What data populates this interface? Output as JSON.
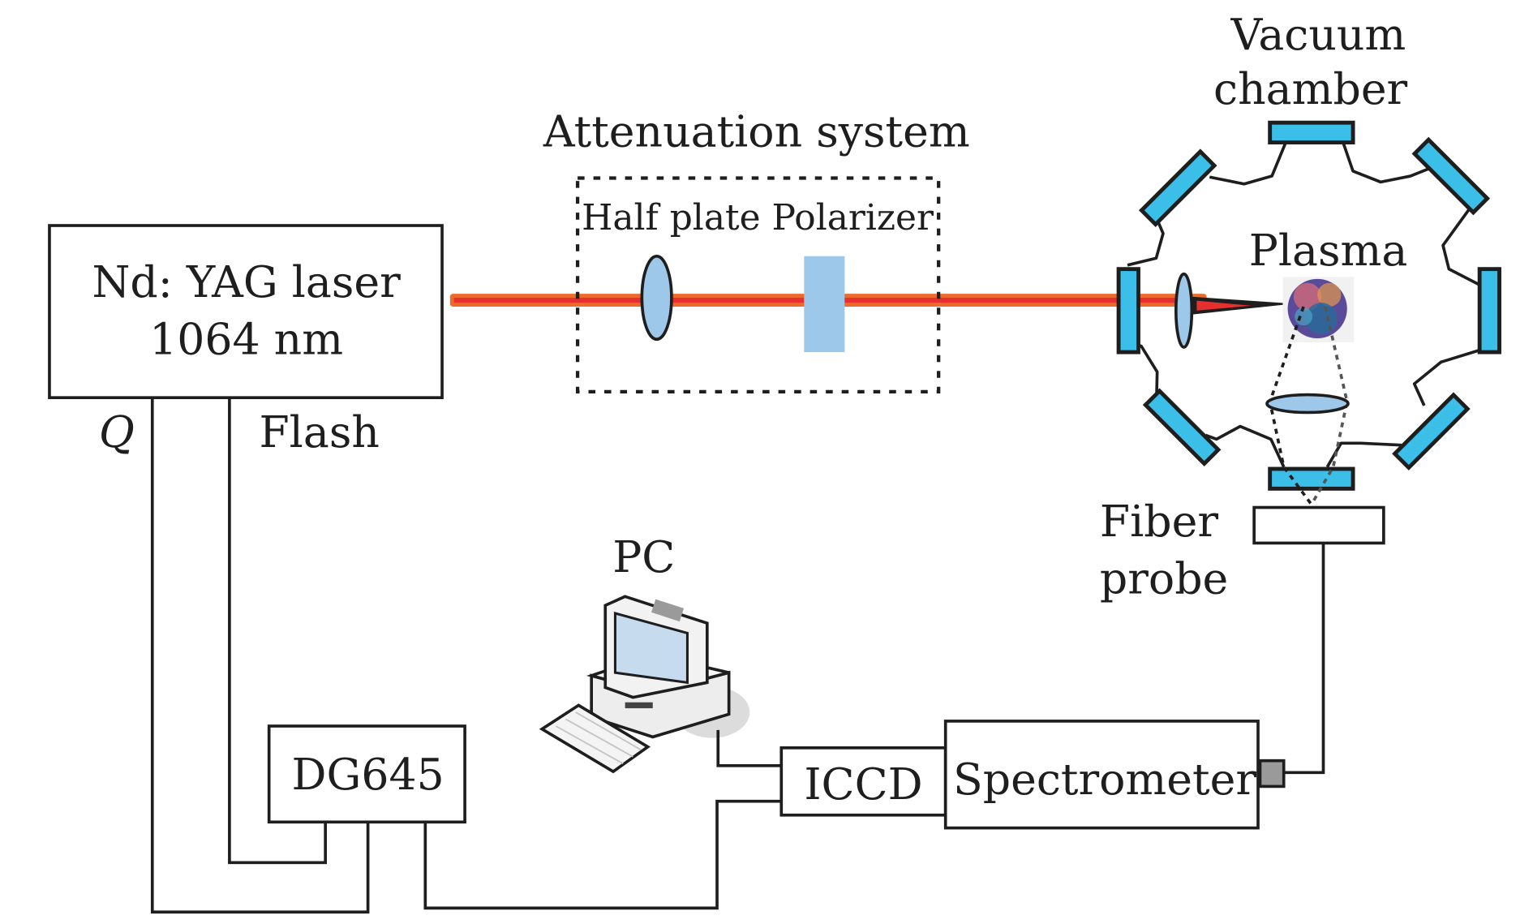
{
  "figure": {
    "title": "LIBS experimental setup schematic",
    "laser": {
      "line1": "Nd: YAG laser",
      "line2": "1064 nm"
    },
    "laser_outputs": {
      "q_label": "Q",
      "flash_label": "Flash"
    },
    "attenuation": {
      "title": "Attenuation system",
      "components_label": "Half plate Polarizer",
      "half_plate": "Half plate",
      "polarizer": "Polarizer"
    },
    "chamber": {
      "line1": "Vacuum",
      "line2": "chamber"
    },
    "plasma_label": "Plasma",
    "fiber": {
      "line1": "Fiber",
      "line2": "probe"
    },
    "pc_label": "PC",
    "delay_generator": "DG645",
    "iccd": "ICCD",
    "spectrometer": "Spectrometer",
    "colors": {
      "beam_outer": "#ee6a2a",
      "beam_inner": "#e53030",
      "port": "#3bbfe9",
      "lens": "#9ec8ea",
      "polarizer": "#9ec8ea",
      "line": "#1e1e1e",
      "connector": "#9a9a9a"
    }
  }
}
